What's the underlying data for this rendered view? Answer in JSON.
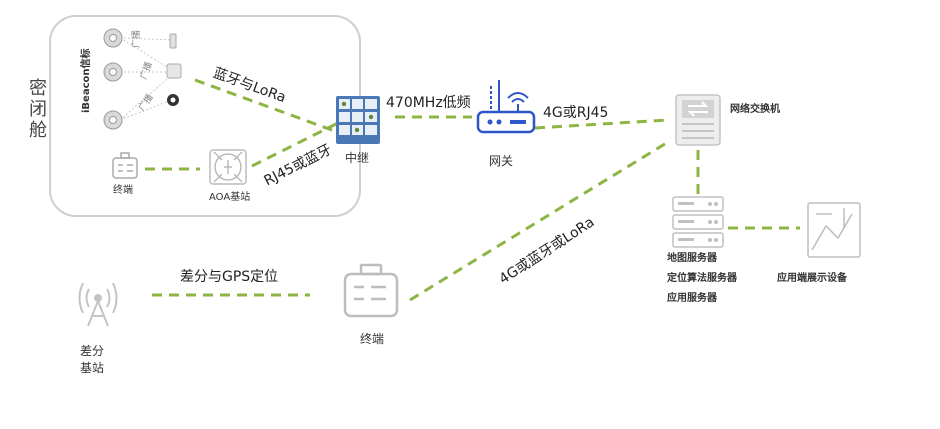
{
  "zone": {
    "label_chars": [
      "密",
      "闭",
      "舱"
    ]
  },
  "beacon": {
    "label": "iBeacon信标"
  },
  "broadcast": {
    "label": "广播"
  },
  "nodes": {
    "terminal_small": "终端",
    "aoa": "AOA基站",
    "relay": "中继",
    "gateway": "网关",
    "switch": "网络交换机",
    "servers": [
      "地图服务器",
      "定位算法服务器",
      "应用服务器"
    ],
    "display": "应用端展示设备",
    "terminal_big": "终端",
    "diff_station": [
      "差分",
      "基站"
    ]
  },
  "links": {
    "bt_lora": "蓝牙与LoRa",
    "rj45_bt": "RJ45或蓝牙",
    "mhz470": "470MHz低频",
    "g4_rj45": "4G或RJ45",
    "g4_bt_lora": "4G或蓝牙或LoRa",
    "diff_gps": "差分与GPS定位"
  },
  "colors": {
    "link": "#8cb544",
    "relay": "#4a78b6",
    "gateway": "#2f55c8",
    "device": "#bdbdbd",
    "zone_border": "#cfcfcf"
  }
}
